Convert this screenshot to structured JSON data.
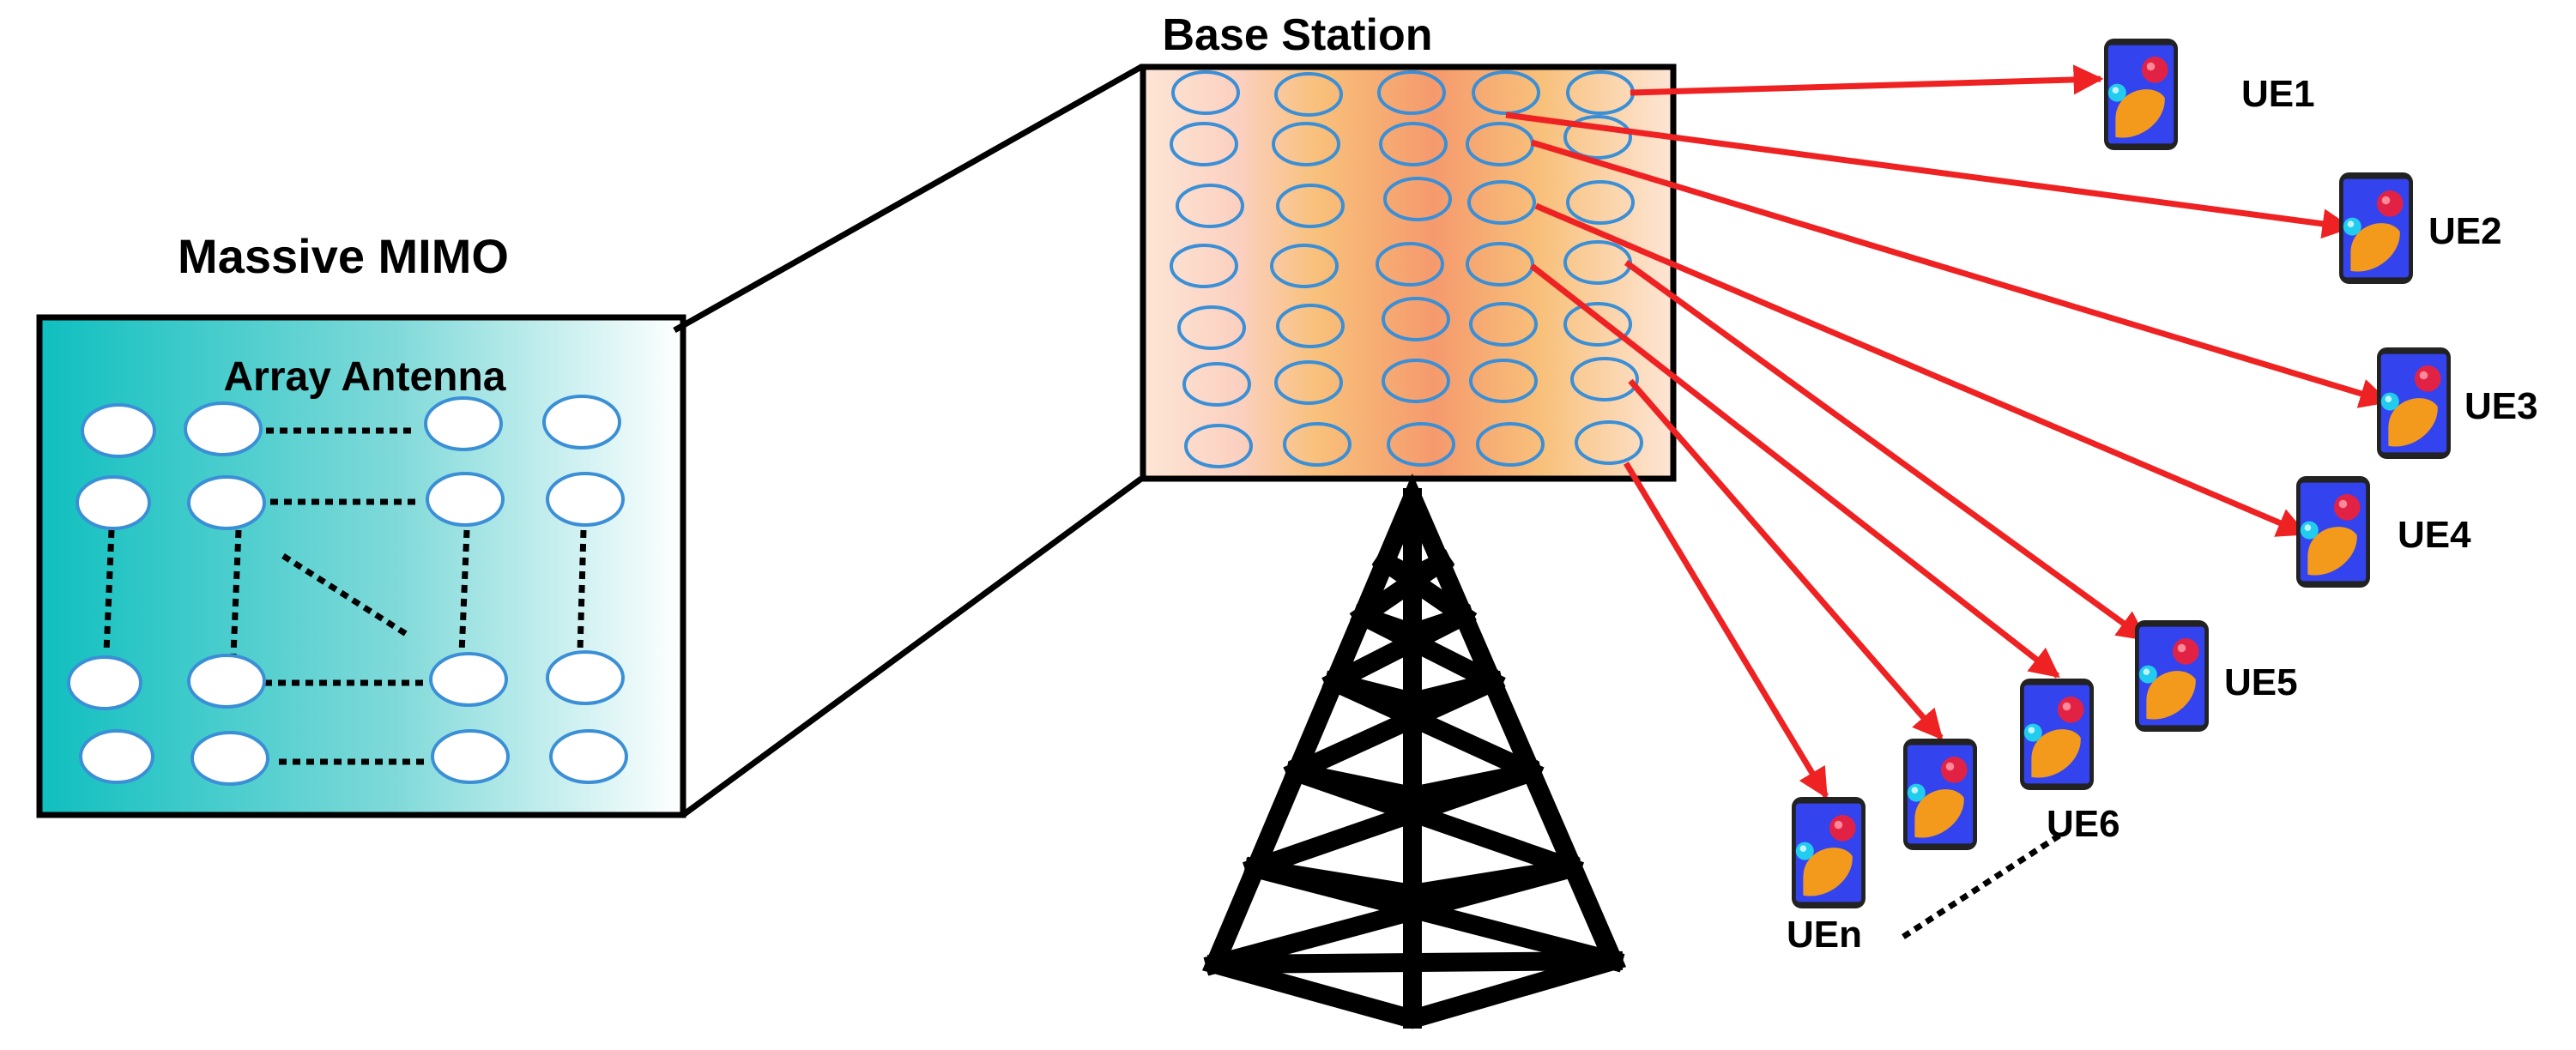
{
  "labels": {
    "massive_mimo": "Massive MIMO",
    "array_antenna": "Array Antenna",
    "base_station": "Base Station"
  },
  "user_equipment": [
    {
      "id": "ue1",
      "label": "UE1"
    },
    {
      "id": "ue2",
      "label": "UE2"
    },
    {
      "id": "ue3",
      "label": "UE3"
    },
    {
      "id": "ue4",
      "label": "UE4"
    },
    {
      "id": "ue5",
      "label": "UE5"
    },
    {
      "id": "ue6",
      "label": "UE6"
    },
    {
      "id": "ue7",
      "label": ""
    },
    {
      "id": "uen",
      "label": "UEn"
    }
  ],
  "colors": {
    "antenna_stroke": "#3a8fd6",
    "beam": "#ee2222",
    "array_panel_gradient": [
      "#0fbfbf",
      "#ffffff"
    ],
    "base_station_gradient": [
      "#fde3cf",
      "#f7b36a",
      "#f59a6d"
    ],
    "phone_screen": "#3344ee"
  },
  "icons": {
    "phone": "smartphone-icon",
    "tower": "cell-tower-icon"
  }
}
